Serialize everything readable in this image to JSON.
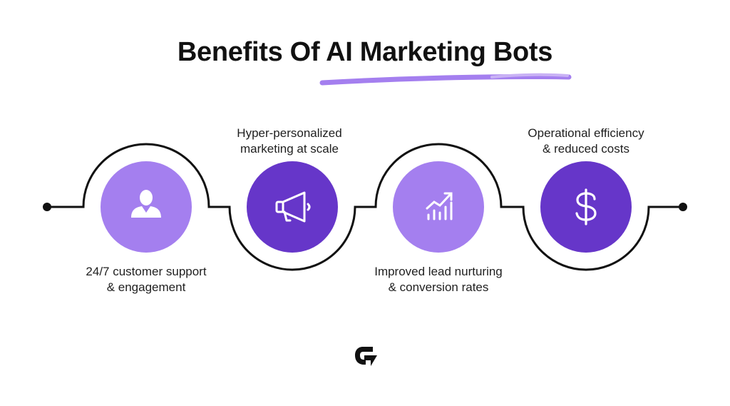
{
  "title": "Benefits Of AI Marketing Bots",
  "colors": {
    "accent_light": "#A47FEF",
    "accent_dark": "#6636C9",
    "line": "#111111",
    "underline": "#A47FEF"
  },
  "steps": [
    {
      "icon": "user-icon",
      "line1": "24/7 customer support",
      "line2": "& engagement"
    },
    {
      "icon": "megaphone-icon",
      "line1": "Hyper-personalized",
      "line2": "marketing at scale"
    },
    {
      "icon": "growth-chart-icon",
      "line1": "Improved lead nurturing",
      "line2": "& conversion rates"
    },
    {
      "icon": "dollar-icon",
      "line1": "Operational efficiency",
      "line2": "& reduced costs"
    }
  ],
  "logo": "brand-logo-icon"
}
